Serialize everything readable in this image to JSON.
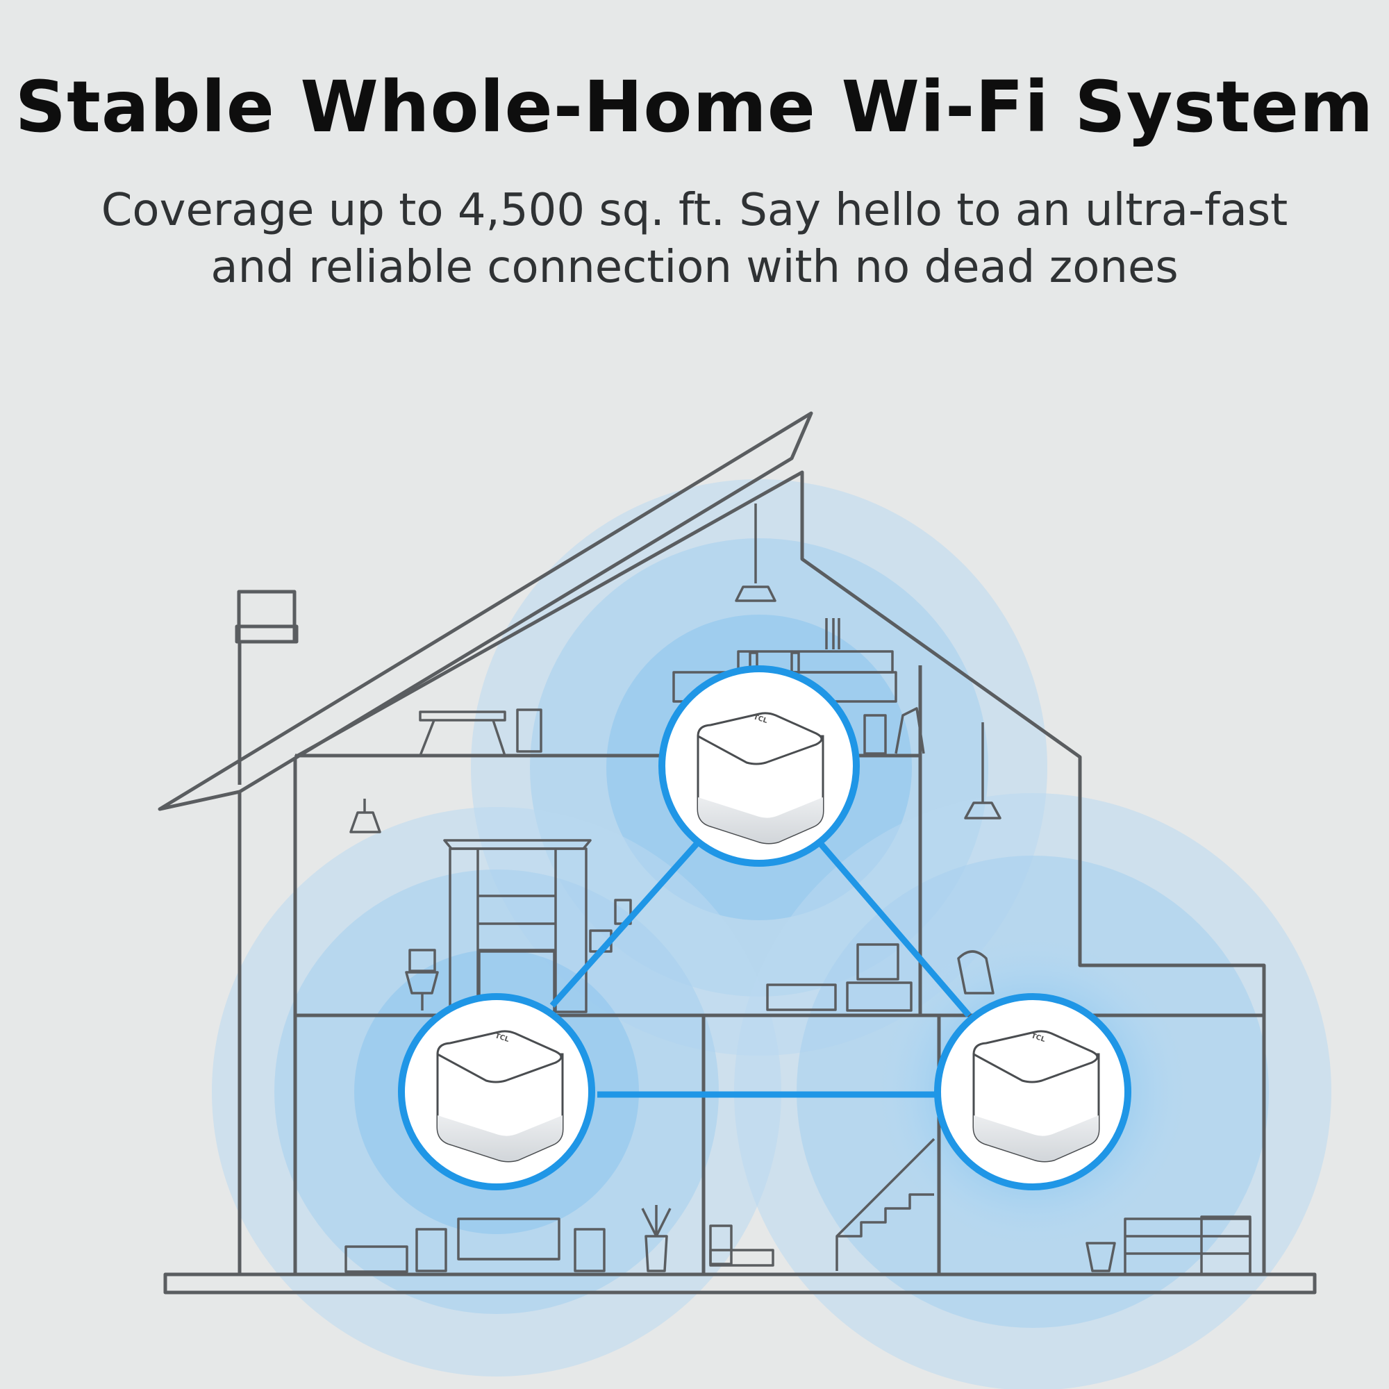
{
  "headline": "Stable Whole-Home Wi-Fi System",
  "subline": "Coverage up to 4,500 sq. ft. Say hello to an ultra-fast and reliable connection with no dead zones",
  "brand_mark": "TCL",
  "colors": {
    "background": "#e6e8e8",
    "outline": "#5a5d60",
    "signal": "#1f96e6",
    "coverage": "#a9d3f1",
    "device_body": "#ffffff",
    "device_base": "#d9dcdf"
  },
  "icons": [
    "house-illustration",
    "mesh-router-node",
    "wifi-coverage-ring",
    "mesh-link-line"
  ]
}
